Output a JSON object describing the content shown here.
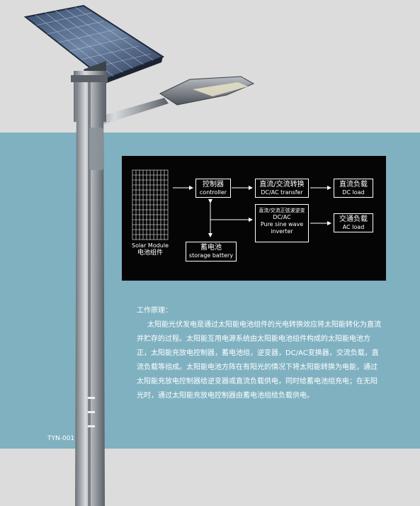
{
  "colors": {
    "band": "#7fb1c1",
    "background": "#dcdcdc",
    "diagram_bg": "#050505",
    "diagram_line": "#ffffff"
  },
  "diagram": {
    "solar_module": {
      "en": "Solar Module",
      "zh": "电池组件"
    },
    "controller": {
      "zh": "控制器",
      "en": "controller"
    },
    "dc_ac_transfer": {
      "zh": "直流/交流转换",
      "en": "DC/AC transfer"
    },
    "dc_load": {
      "zh": "直流负载",
      "en": "DC load"
    },
    "inverter": {
      "zh": "直流/交流正弦波逆变",
      "en1": "DC/AC",
      "en2": "Pure sine wave",
      "en3": "inverter"
    },
    "ac_load": {
      "zh": "交通负载",
      "en": "AC load"
    },
    "storage_battery": {
      "zh": "蓄电池",
      "en": "storage battery"
    }
  },
  "principle": {
    "heading": "工作原理：",
    "body": "太阳能光伏发电是通过太阳能电池组件的光电转换效应将太阳能转化为直流并贮存的过程。太阳能互用电源系统由太阳能电池组件构成的太阳能电池方正，太阳能充放电控制器，蓄电池组，逆变器，DC/AC变换器，交流负载，直流负载等组成。太阳能电池方阵在有阳光的情况下将太阳能转换为电能，通过太阳能充放电控制器给逆变器或直流负载供电，同时给蓄电池组充电；在无阳光时，通过太阳能充放电控制器由蓄电池组给负载供电。"
  },
  "model": "TYN-001"
}
